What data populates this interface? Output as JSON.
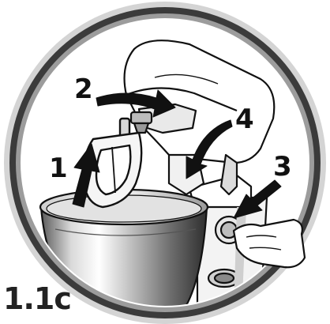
{
  "figure_label": "1.1c",
  "steps": [
    {
      "number": "1"
    },
    {
      "number": "2"
    },
    {
      "number": "3"
    },
    {
      "number": "4"
    }
  ]
}
